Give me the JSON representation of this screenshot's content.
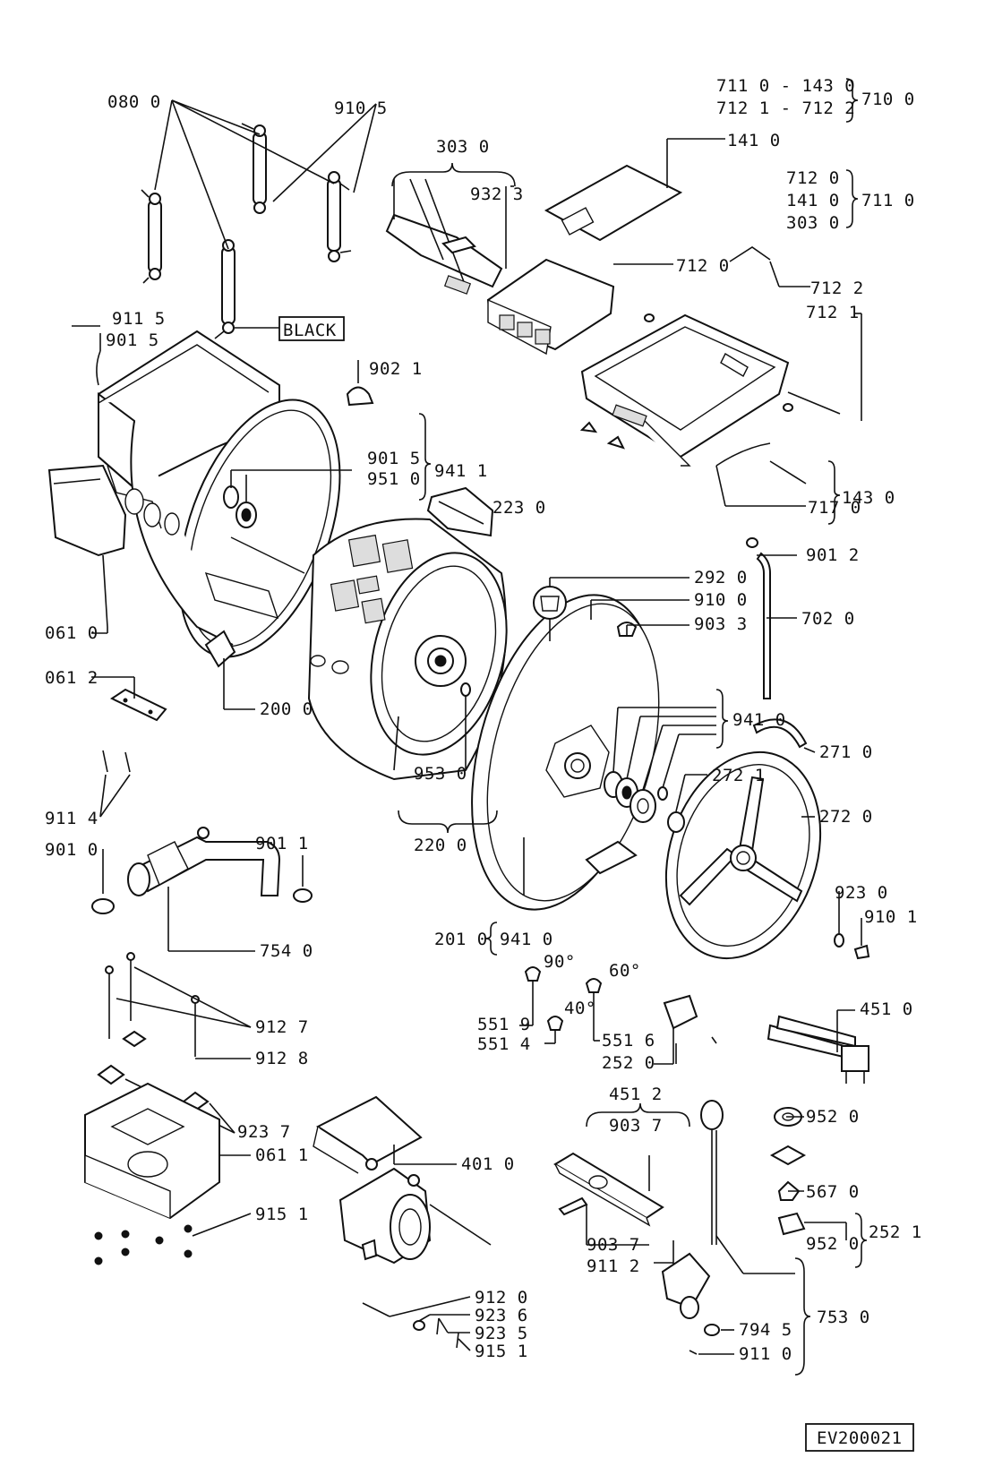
{
  "labels": {
    "l0800": "080 0",
    "l9105": "910 5",
    "l3030": "303 0",
    "l9323": "932 3",
    "l1410": "141 0",
    "g710_a": "711 0 - 143 0",
    "g710_b": "712 1 - 712 2",
    "g710_t": "710 0",
    "g711_a": "712 0",
    "g711_b": "141 0",
    "g711_c": "303 0",
    "g711_t": "711 0",
    "l7120": "712 0",
    "l7122": "712 2",
    "l7121": "712 1",
    "l9115": "911 5",
    "l9015a": "901 5",
    "black": "BLACK",
    "l9021": "902 1",
    "g941a_a": "901 5",
    "g941a_b": "951 0",
    "g941a_t": "941 1",
    "l2230": "223 0",
    "g143_a": "717 0",
    "g143_t": "143 0",
    "l9012": "901 2",
    "l0610": "061 0",
    "l7020": "702 0",
    "l2920": "292 0",
    "l9100": "910 0",
    "l9033": "903 3",
    "l0612": "061 2",
    "l2000": "200 0",
    "l9410": "941 0",
    "l2710": "271 0",
    "l9530": "953 0",
    "l2721": "272 1",
    "l9114": "911 4",
    "l2200": "220 0",
    "l2720": "272 0",
    "l9010": "901 0",
    "l9011": "901 1",
    "l9230": "923 0",
    "l9101": "910 1",
    "l2010": "201 0",
    "l9410b": "941 0",
    "l7540": "754 0",
    "deg90": "90°",
    "deg60": "60°",
    "deg40": "40°",
    "l5519": "551 9",
    "l5514": "551 4",
    "l5516": "551 6",
    "l2520": "252 0",
    "l4510": "451 0",
    "l9127": "912 7",
    "l9128": "912 8",
    "l4512": "451 2",
    "l9037a": "903 7",
    "l9520a": "952 0",
    "l9237": "923 7",
    "l0611": "061 1",
    "l4010": "401 0",
    "l5670": "567 0",
    "l9151": "915 1",
    "g2521_a": "952 0",
    "g2521_t": "252 1",
    "l9037b": "903 7",
    "l9112": "911 2",
    "l9120": "912 0",
    "l9236": "923 6",
    "l9235": "923 5",
    "l9151b": "915 1",
    "g753_a": "794 5",
    "g753_b": "911 0",
    "g753_t": "753 0",
    "code": "EV200021"
  }
}
